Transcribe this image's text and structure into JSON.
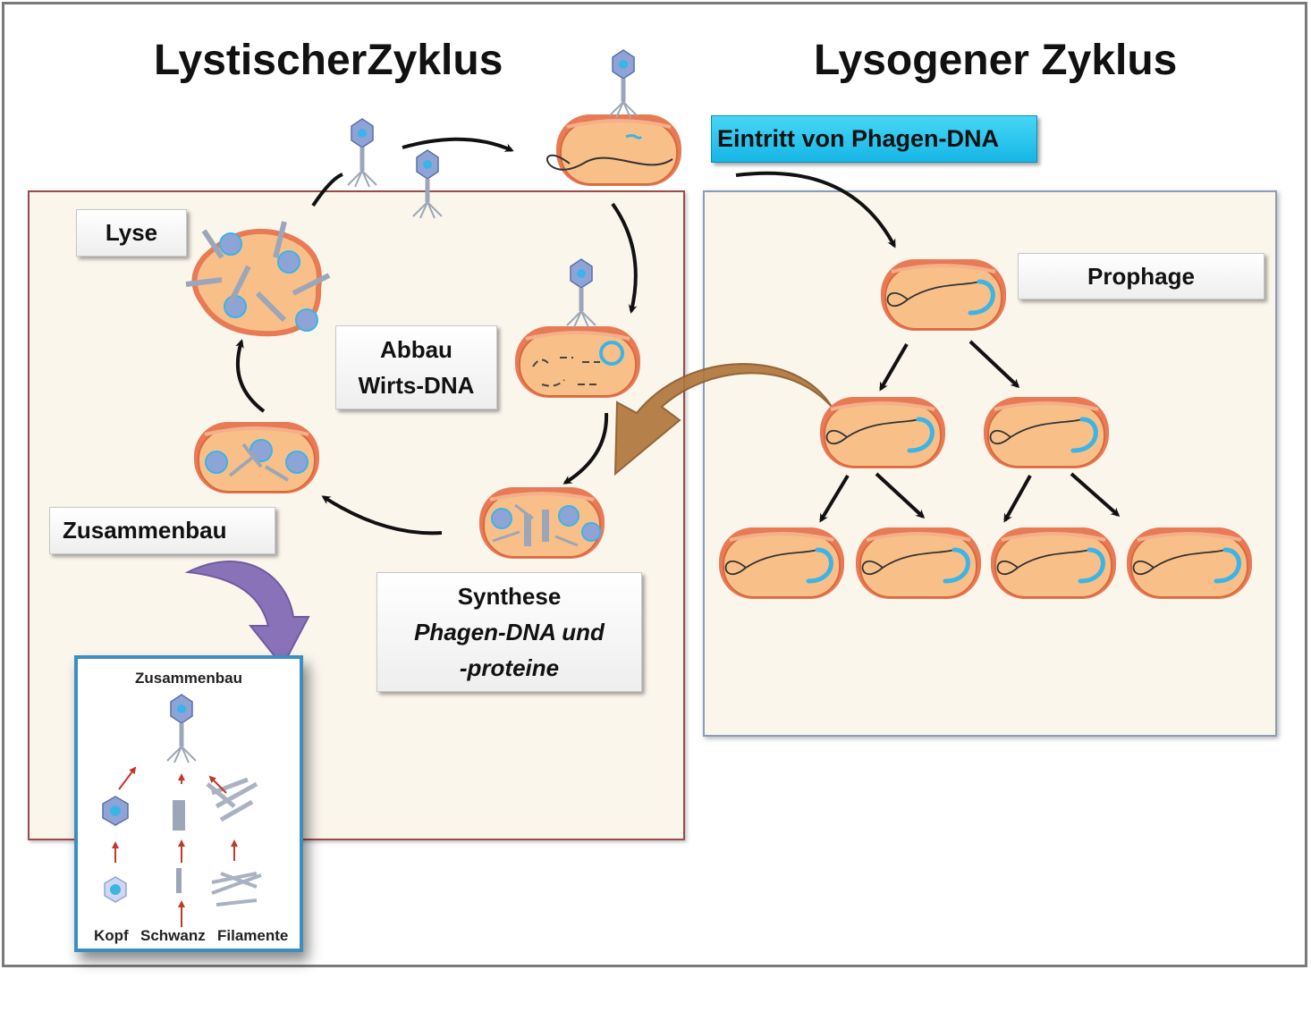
{
  "titles": {
    "lytic": "LystischerZyklus",
    "lysogenic": "Lysogener Zyklus"
  },
  "labels": {
    "entry": "Eintritt von Phagen-DNA",
    "prophage": "Prophage",
    "lysis": "Lyse",
    "degradation": [
      "Abbau",
      "Wirts-DNA"
    ],
    "assembly": "Zusammenbau",
    "synthesis": [
      "Synthese",
      "Phagen-DNA  und",
      "-proteine"
    ]
  },
  "inset": {
    "title": "Zusammenbau",
    "parts": [
      "Kopf",
      "Schwanz",
      "Filamente"
    ]
  },
  "colors": {
    "cell_fill": "#f8c088",
    "cell_rim": "#e87a55",
    "phage_dna": "#3cb4e6",
    "entry_bg": "#2bc6f0",
    "big_arrow": "#b0773c",
    "inset_arrow": "#8a72b8"
  }
}
